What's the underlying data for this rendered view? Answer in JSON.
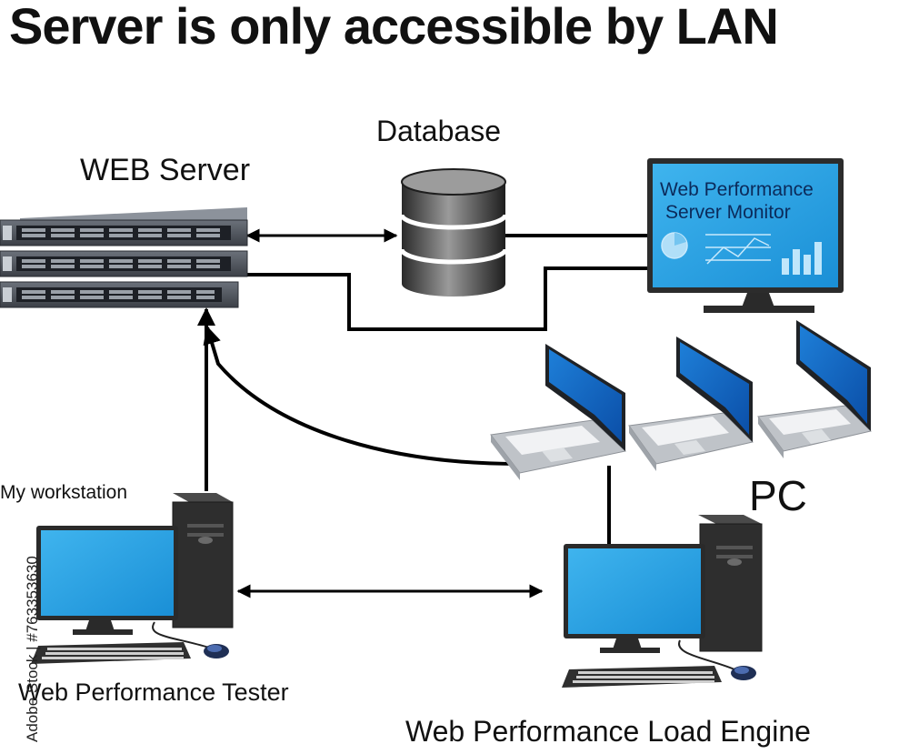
{
  "title": "Server is only accessible by LAN",
  "nodes": {
    "web_server": {
      "label": "WEB Server",
      "icon": "server-rack-icon"
    },
    "database": {
      "label": "Database",
      "icon": "database-cylinder-icon"
    },
    "monitor": {
      "line1": "Web Performance",
      "line2": "Server Monitor",
      "icon": "monitor-dashboard-icon"
    },
    "pcs": {
      "label": "PC",
      "icon": "laptop-icon"
    },
    "workstation": {
      "label": "My workstation",
      "caption": "Web Performance Tester",
      "icon": "desktop-computer-icon"
    },
    "load_engine": {
      "caption": "Web Performance Load Engine",
      "icon": "desktop-computer-icon"
    }
  },
  "watermark": {
    "text": "Adobe Stock | #763353630"
  },
  "colors": {
    "screen": "#2aa3e6",
    "line": "#000000",
    "case": "#2e2e2e",
    "server": "#4a4f57"
  }
}
